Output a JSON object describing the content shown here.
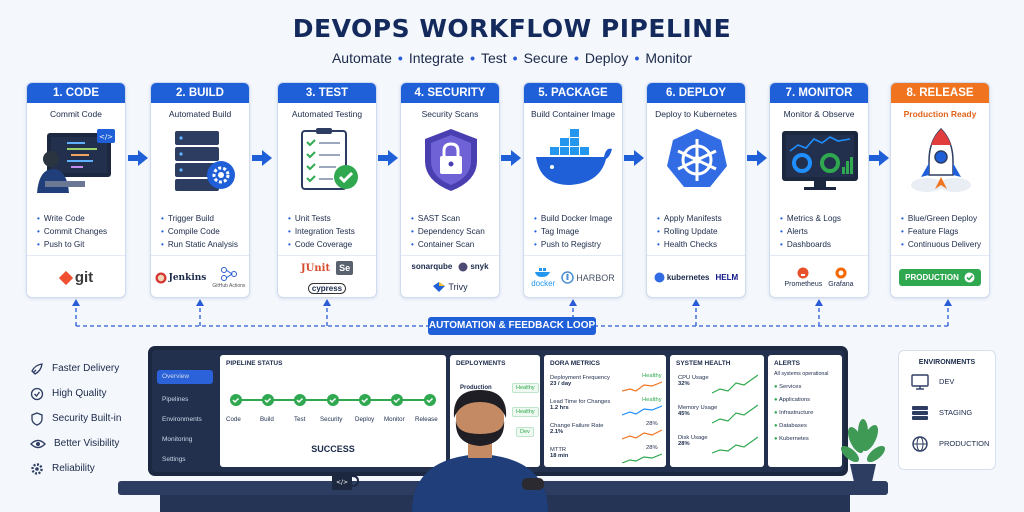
{
  "title": "DEVOPS WORKFLOW PIPELINE",
  "subtitle": [
    "Automate",
    "Integrate",
    "Test",
    "Secure",
    "Deploy",
    "Monitor"
  ],
  "subtitle_sep": "•",
  "stages": [
    {
      "header": "1. CODE",
      "sub": "Commit Code",
      "items": [
        "Write Code",
        "Commit Changes",
        "Push to Git"
      ],
      "tools": [
        "git"
      ]
    },
    {
      "header": "2. BUILD",
      "sub": "Automated Build",
      "items": [
        "Trigger Build",
        "Compile Code",
        "Run Static Analysis"
      ],
      "tools": [
        "Jenkins",
        "GitHub Actions"
      ]
    },
    {
      "header": "3. TEST",
      "sub": "Automated Testing",
      "items": [
        "Unit Tests",
        "Integration Tests",
        "Code Coverage"
      ],
      "tools": [
        "JUnit",
        "Se",
        "cypress"
      ]
    },
    {
      "header": "4. SECURITY",
      "sub": "Security Scans",
      "items": [
        "SAST Scan",
        "Dependency Scan",
        "Container Scan"
      ],
      "tools": [
        "sonarqube",
        "snyk",
        "Trivy"
      ]
    },
    {
      "header": "5. PACKAGE",
      "sub": "Build Container Image",
      "items": [
        "Build Docker Image",
        "Tag Image",
        "Push to Registry"
      ],
      "tools": [
        "docker",
        "HARBOR"
      ]
    },
    {
      "header": "6. DEPLOY",
      "sub": "Deploy to Kubernetes",
      "items": [
        "Apply Manifests",
        "Rolling Update",
        "Health Checks"
      ],
      "tools": [
        "kubernetes",
        "HELM"
      ]
    },
    {
      "header": "7. MONITOR",
      "sub": "Monitor & Observe",
      "items": [
        "Metrics & Logs",
        "Alerts",
        "Dashboards"
      ],
      "tools": [
        "Prometheus",
        "Grafana"
      ]
    },
    {
      "header": "8. RELEASE",
      "sub": "Production Ready",
      "items": [
        "Blue/Green Deploy",
        "Feature Flags",
        "Continuous Delivery"
      ],
      "tools": [
        "PRODUCTION"
      ]
    }
  ],
  "feedback_label": "AUTOMATION & FEEDBACK LOOP",
  "benefits": [
    "Faster Delivery",
    "High Quality",
    "Security Built-in",
    "Better Visibility",
    "Reliability"
  ],
  "nav": [
    "Overview",
    "Pipelines",
    "Environments",
    "Monitoring",
    "Settings"
  ],
  "pipeline_status": {
    "title": "PIPELINE STATUS",
    "steps": [
      "Code",
      "Build",
      "Test",
      "Security",
      "Deploy",
      "Monitor",
      "Release"
    ],
    "result": "SUCCESS"
  },
  "deployments": {
    "title": "DEPLOYMENTS",
    "production": "Production",
    "badges": [
      "Healthy",
      "Healthy",
      "Dev"
    ]
  },
  "dora": {
    "title": "DORA METRICS",
    "metrics": [
      {
        "label": "Deployment Frequency",
        "value": "23 / day",
        "tag": "Healthy"
      },
      {
        "label": "Lead Time for Changes",
        "value": "1.2 hrs",
        "tag": "Healthy"
      },
      {
        "label": "Change Failure Rate",
        "value": "2.1%",
        "tag": "28%"
      },
      {
        "label": "MTTR",
        "value": "18 min",
        "tag": "28%"
      }
    ]
  },
  "health": {
    "title": "SYSTEM HEALTH",
    "metrics": [
      {
        "label": "CPU Usage",
        "value": "32%"
      },
      {
        "label": "Memory Usage",
        "value": "45%"
      },
      {
        "label": "Disk Usage",
        "value": "28%"
      }
    ]
  },
  "alerts": {
    "title": "ALERTS",
    "status": "All systems operational",
    "items": [
      "Services",
      "Applications",
      "Infrastructure",
      "Databases",
      "Kubernetes"
    ]
  },
  "environments": {
    "title": "ENVIRONMENTS",
    "items": [
      "DEV",
      "STAGING",
      "PRODUCTION"
    ]
  },
  "mug_label": "</>",
  "colors": {
    "primary": "#1f5fd8",
    "release": "#f07420",
    "success": "#2fa84f",
    "navy": "#142a5c"
  }
}
